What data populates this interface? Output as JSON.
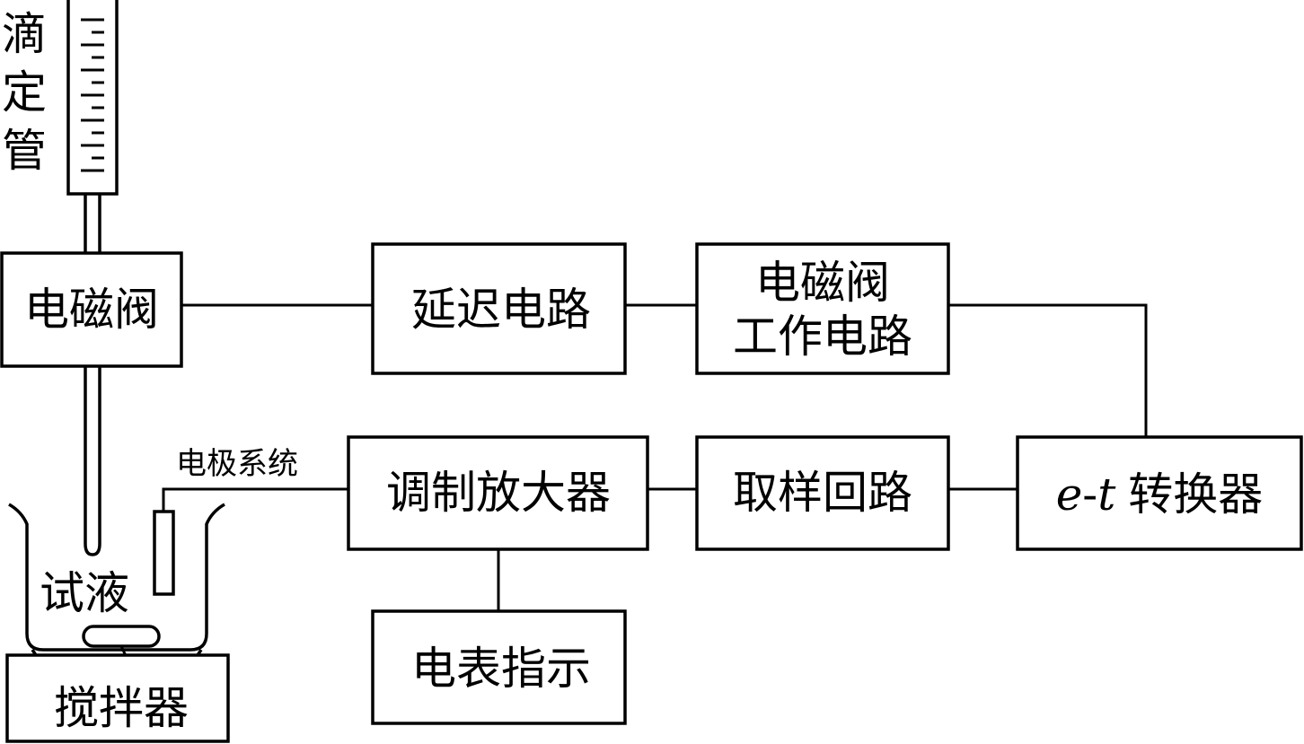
{
  "labels": {
    "burette": "滴定管",
    "burette_chars": [
      "滴",
      "定",
      "管"
    ],
    "solenoid_valve": "电磁阀",
    "delay_circuit": "延迟电路",
    "valve_driver_line1": "电磁阀",
    "valve_driver_line2": "工作电路",
    "electrode_system": "电极系统",
    "modulation_amplifier": "调制放大器",
    "sampling_circuit": "取样回路",
    "et_converter_var_e": "e",
    "et_converter_dash": "-",
    "et_converter_var_t": "t",
    "et_converter_suffix": "转换器",
    "test_solution": "试液",
    "meter_indicator": "电表指示",
    "stirrer": "搅拌器"
  }
}
